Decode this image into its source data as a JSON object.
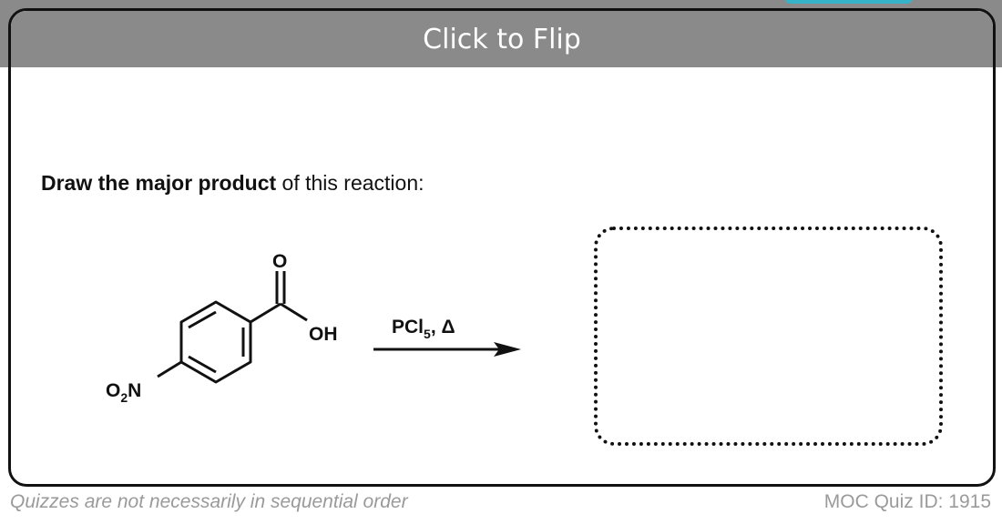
{
  "header": {
    "flip_label": "Click to Flip"
  },
  "question": {
    "bold_part": "Draw the major product",
    "rest": " of this reaction:"
  },
  "molecule": {
    "carbonyl_o": "O",
    "hydroxyl": "OH",
    "nitro_o": "O",
    "nitro_sub": "2",
    "nitro_n": "N"
  },
  "reagent": {
    "main": "PCl",
    "sub": "5",
    "suffix": ", Δ"
  },
  "footer": {
    "left_note": "Quizzes are not necessarily in sequential order",
    "quiz_id": "MOC Quiz ID: 1915"
  },
  "colors": {
    "header_bg": "#8a8a8a",
    "accent_tab": "#35b3c8",
    "footer_text": "#9a9a9a"
  }
}
